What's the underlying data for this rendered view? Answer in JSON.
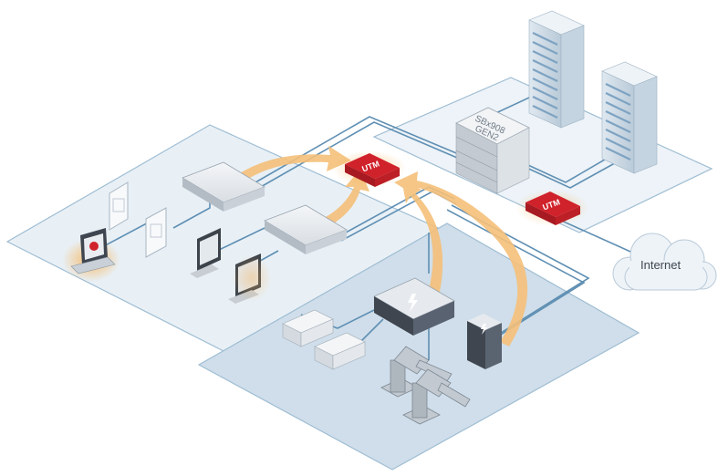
{
  "labels": {
    "internet": "Internet",
    "core_switch_model": "SBx908",
    "core_switch_gen": "GEN2",
    "utm_main": "UTM",
    "utm_edge": "UTM"
  },
  "colors": {
    "zone_fill": "#e8f0f6",
    "zone_industrial_fill": "#cfdeea",
    "zone_stroke": "#9fbdd3",
    "cable": "#5f8fb3",
    "flow_arrow": "#f5c07a",
    "utm_red": "#d0222b",
    "threat_glow": "#f7b45a"
  },
  "icons": [
    "laptop-malware-icon",
    "wall-access-point-icon",
    "desktop-workstation-icon",
    "access-switch-icon",
    "utm-firewall-icon",
    "core-switch-stack-icon",
    "server-rack-icon",
    "internet-cloud-icon",
    "industrial-switch-icon",
    "ups-power-cabinet-icon",
    "cctv-camera-icon",
    "robot-arm-icon"
  ]
}
